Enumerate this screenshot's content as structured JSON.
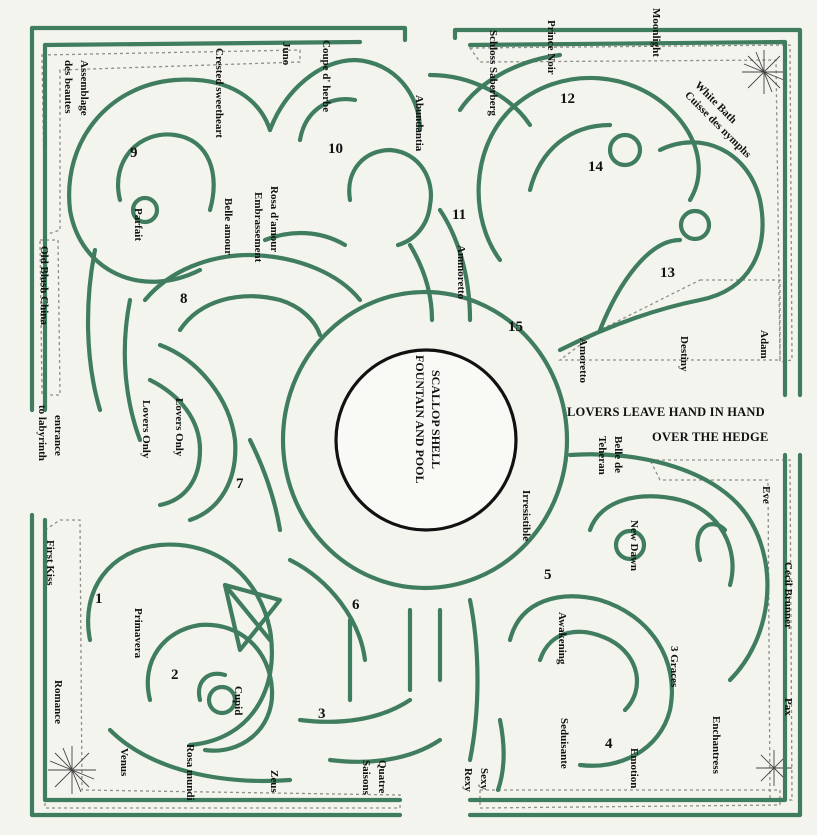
{
  "diagram": {
    "colors": {
      "hedge": "#3f7d5e",
      "planting": "#8a8a84",
      "background": "#f4f4ef",
      "text": "#111111"
    },
    "center": {
      "line1": "SCALLOP SHELL",
      "line2": "FOUNTAIN AND POOL"
    },
    "banner": {
      "line1": "LOVERS LEAVE HAND IN HAND",
      "line2": "OVER THE HEDGE"
    },
    "entrance": {
      "line1": "entrance",
      "line2": "to labyrinth"
    },
    "numbers": [
      "1",
      "2",
      "3",
      "4",
      "5",
      "6",
      "7",
      "8",
      "9",
      "10",
      "11",
      "12",
      "13",
      "14",
      "15"
    ],
    "roses": {
      "moonlight": "Moonlight",
      "cuisse": "Cuisse des nymphs",
      "white_bath": "White Bath",
      "prince_noir": "Prince Noir",
      "schloss": "Schloss Saberberg",
      "juno": "Juno",
      "coupe": "Coupe d' herbe",
      "crested": "Crested sweetheart",
      "assemblage1": "Assemblage",
      "assemblage2": "des beautes",
      "abundantia": "Abundantia",
      "rosa_amour": "Rosa d'amour",
      "embrassement": "Embrassement",
      "belle_amour": "Belle amour",
      "parfait": "Parfait",
      "old_blush": "Old Blush China",
      "amoretto_upper": "Ammoretto",
      "amoretto_lower": "Amoretto",
      "destiny": "Destiny",
      "adam": "Adam",
      "lovers_only_1": "Lovers Only",
      "lovers_only_2": "Lovers Only",
      "belle_teheran1": "Belle de",
      "belle_teheran2": "Teheran",
      "eve": "Eve",
      "irresistible": "Irresistible",
      "new_dawn": "New Dawn",
      "cecil": "Cecil Brunner",
      "first_kiss": "First Kiss",
      "primavera": "Primavera",
      "awakening": "Awakening",
      "three_graces": "3 Graces",
      "pax": "Pax",
      "enchantress": "Enchantress",
      "romance": "Romance",
      "cupid": "Cupid",
      "seduisante": "Seduisante",
      "emotion": "Emotion",
      "venus": "Venus",
      "rosa_mundi": "Rosa mundi",
      "zeus": "Zeus",
      "quatre1": "Quatre",
      "quatre2": "Saisons",
      "sexy1": "Sexy",
      "sexy2": "Rexy"
    }
  }
}
